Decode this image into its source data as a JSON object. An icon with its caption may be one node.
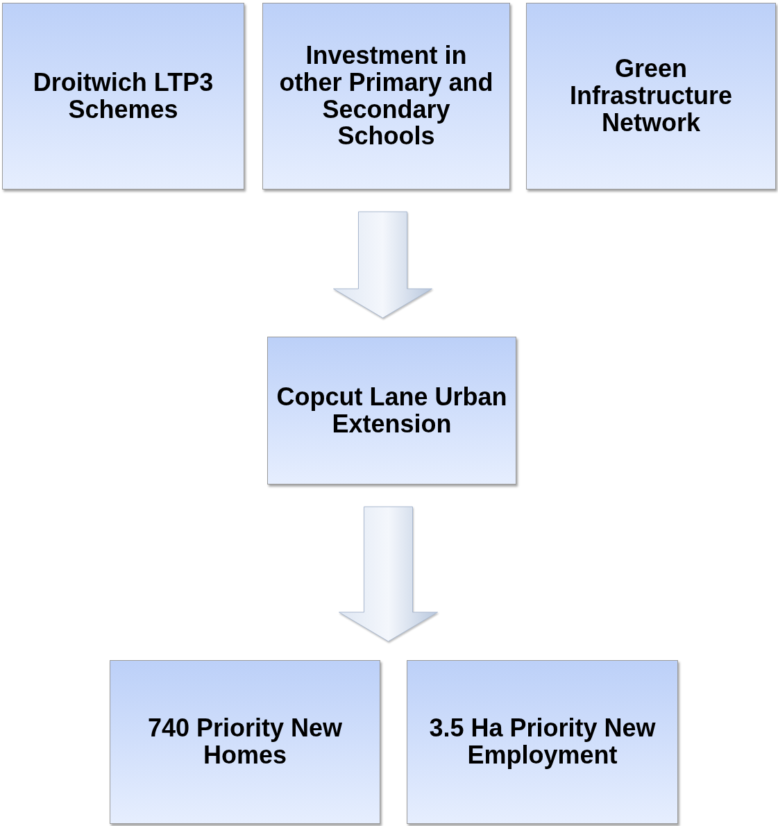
{
  "diagram": {
    "nodes": [
      {
        "text": [
          "Droitwich LTP3 Schemes"
        ]
      },
      {
        "text": [
          "Investment in other Primary and Secondary Schools"
        ]
      },
      {
        "text": [
          "Green Infrastructure Network"
        ]
      },
      {
        "text": [
          "Copcut Lane Urban Extension"
        ]
      },
      {
        "text": [
          "740 Priority New Homes"
        ]
      },
      {
        "text": [
          "3.5 Ha Priority New Employment"
        ]
      }
    ],
    "edges": [
      {
        "from": 1,
        "to": 3,
        "arrow": "to"
      },
      {
        "from": 3,
        "to": 4,
        "arrow": "to"
      },
      {
        "from": 3,
        "to": 5,
        "arrow": "to"
      }
    ]
  }
}
